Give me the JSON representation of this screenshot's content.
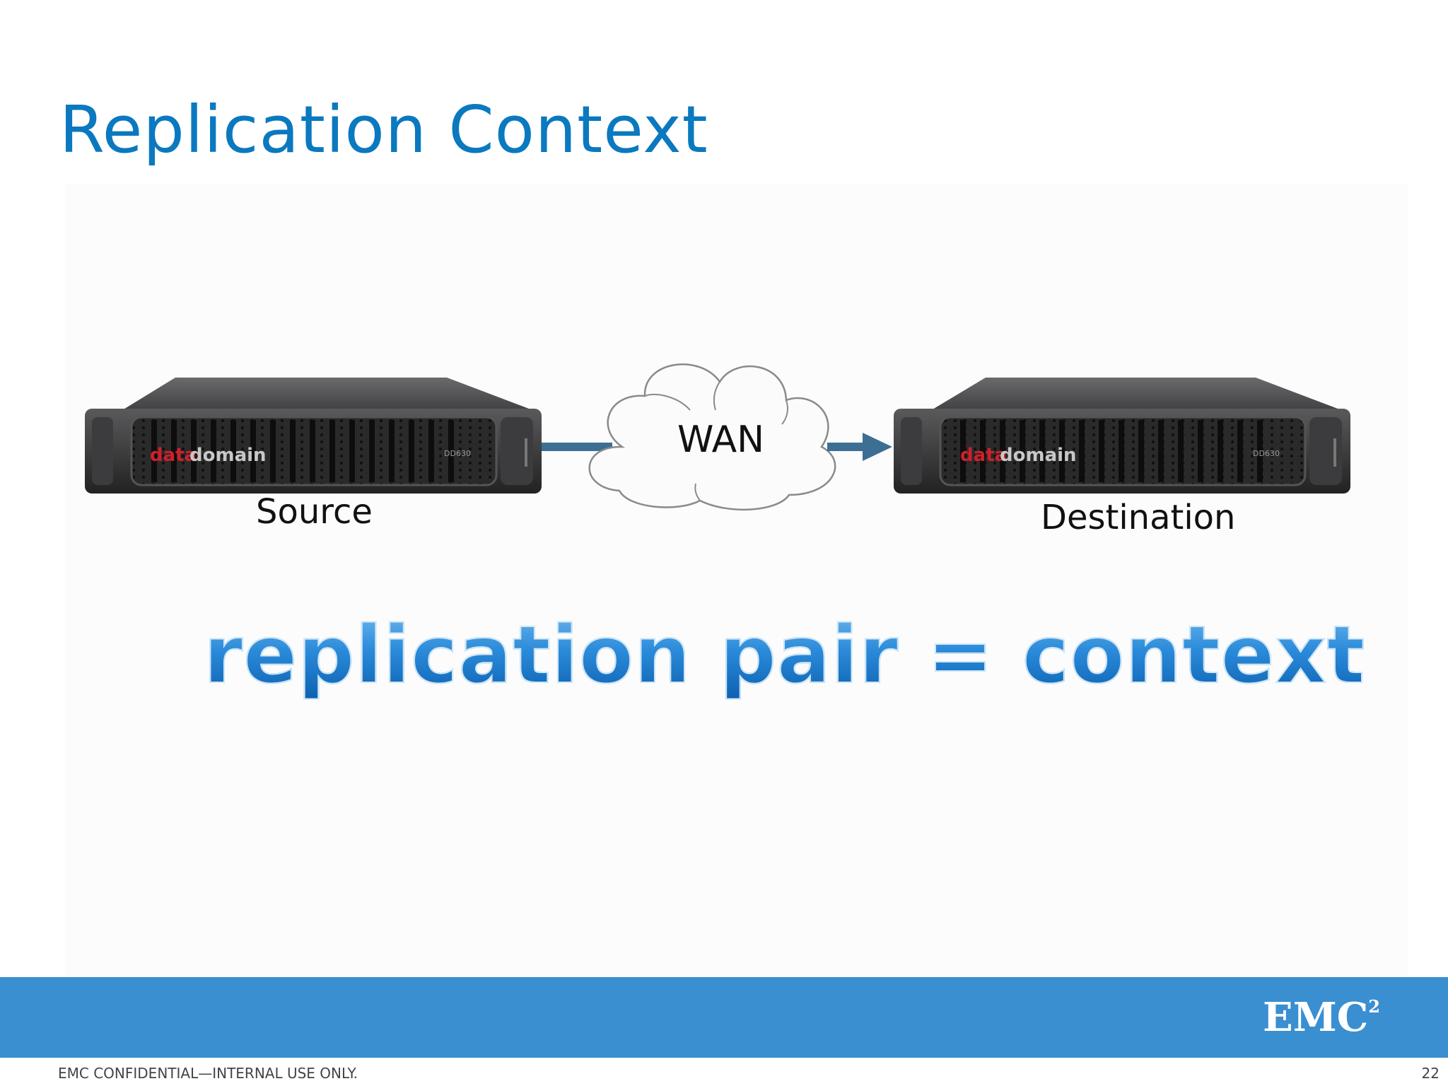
{
  "slide": {
    "title": "Replication Context",
    "headline": "replication pair = context"
  },
  "diagram": {
    "source_label": "Source",
    "destination_label": "Destination",
    "wan_label": "WAN",
    "device_brand": "datadomain",
    "device_model": "DD630"
  },
  "footer": {
    "confidential": "EMC CONFIDENTIAL—INTERNAL USE ONLY.",
    "page_number": "22",
    "logo": "EMC",
    "logo_sup": "2"
  },
  "colors": {
    "title": "#0a79bf",
    "footer_bar": "#3a8fd1",
    "arrow": "#3c6f93"
  }
}
